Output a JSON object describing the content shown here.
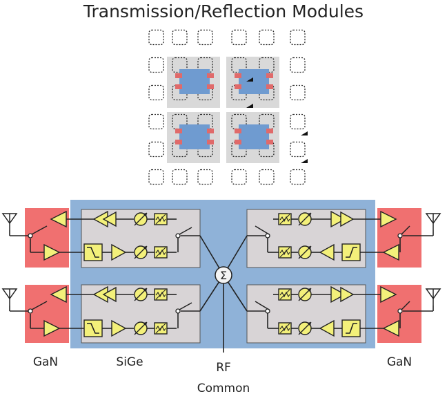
{
  "title": "Transmission/Reflection Modules",
  "labels": {
    "gan_left": "GaN",
    "sige": "SiGe",
    "rf": "RF",
    "common": "Common",
    "gan_right": "GaN"
  },
  "symbols": {
    "summation": "Σ"
  },
  "colors": {
    "gan_block": "#f07070",
    "sige_panel": "#8fb2d8",
    "channel_box": "#d8d4d6",
    "component_fill": "#f3f07a",
    "tile_gray": "#d9d9d9",
    "chip_blue": "#6f9bd0",
    "chip_pad_red": "#e06a6a"
  },
  "icons": [
    "antenna-icon",
    "switch-icon",
    "amplifier-icon",
    "filter-icon",
    "phase-shifter-icon",
    "attenuator-icon",
    "summation-node-icon"
  ]
}
